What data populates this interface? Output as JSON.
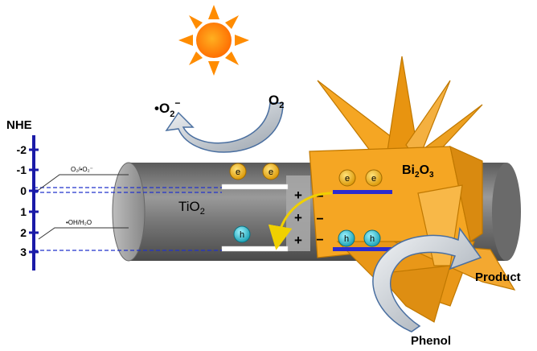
{
  "nhe": {
    "title": "NHE",
    "ticks": [
      "-2",
      "-1",
      "0",
      "1",
      "2",
      "3"
    ],
    "couple_o2": "O₂/•O₂⁻",
    "couple_oh": "•OH/H₂O"
  },
  "labels": {
    "superoxide_base": "•O",
    "superoxide_sub": "2",
    "superoxide_sup": "−",
    "oxygen_base": "O",
    "oxygen_sub": "2",
    "tio2_base": "TiO",
    "tio2_sub": "2",
    "bi2o3_base": "Bi",
    "bi2o3_sub1": "2",
    "bi2o3_mid": "O",
    "bi2o3_sub2": "3",
    "product": "Product",
    "phenol": "Phenol"
  },
  "carriers": {
    "electron": "e",
    "hole": "h",
    "plus": "+",
    "minus": "−"
  },
  "colors": {
    "nhe_axis": "#1a1aa8",
    "band_line": "#2b2bd0",
    "dashed": "#2233cc",
    "electron": "#e8a800",
    "hole": "#22b8c8",
    "crystal": "#f0a020",
    "sun": "#ff8c00",
    "tube": "#7a7a7a"
  }
}
